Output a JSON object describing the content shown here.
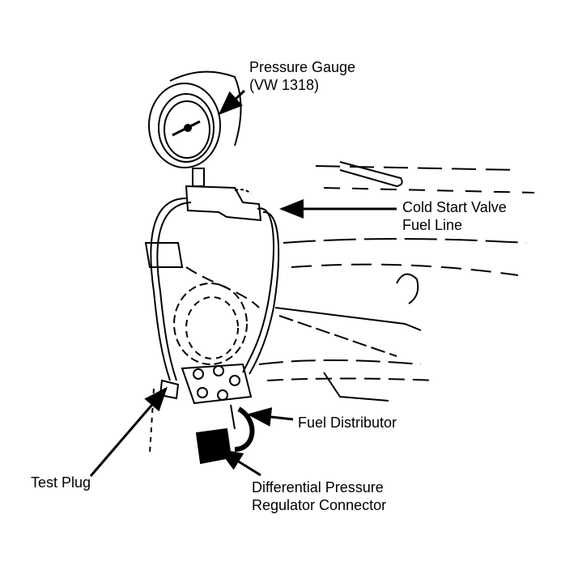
{
  "labels": {
    "pressure_gauge": {
      "line1": "Pressure Gauge",
      "line2": "(VW 1318)"
    },
    "cold_start": {
      "line1": "Cold Start Valve",
      "line2": "Fuel Line"
    },
    "fuel_distributor": "Fuel Distributor",
    "test_plug": "Test Plug",
    "diff_pressure": {
      "line1": "Differential Pressure",
      "line2": "Regulator Connector"
    }
  }
}
